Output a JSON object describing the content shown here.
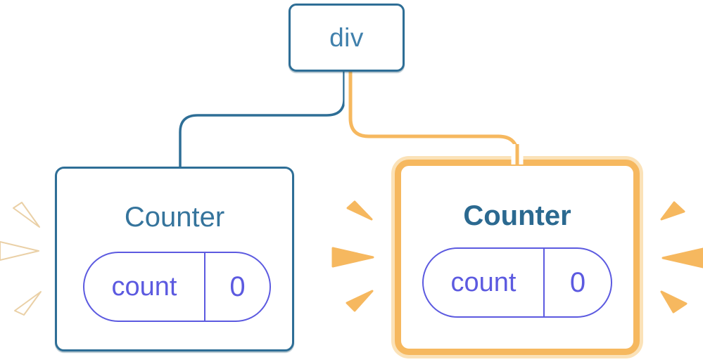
{
  "diagram": {
    "root": {
      "label": "div"
    },
    "children": [
      {
        "name": "counter-left",
        "label": "Counter",
        "highlighted": false,
        "state": {
          "key": "count",
          "value": "0"
        },
        "sparks": "white-sparks-left-side"
      },
      {
        "name": "counter-right",
        "label": "Counter",
        "highlighted": true,
        "state": {
          "key": "count",
          "value": "0"
        },
        "sparks": "orange-sparks-both-sides"
      }
    ],
    "colors": {
      "node_border_blue": "#2e6e96",
      "root_text_blue": "#4080ac",
      "counter_title_blue": "#35749c",
      "state_purple": "#5c5ae0",
      "highlight_orange": "#f6b85f",
      "highlight_orange_light": "#fbe2b8",
      "spark_white": "#ffffff"
    }
  }
}
